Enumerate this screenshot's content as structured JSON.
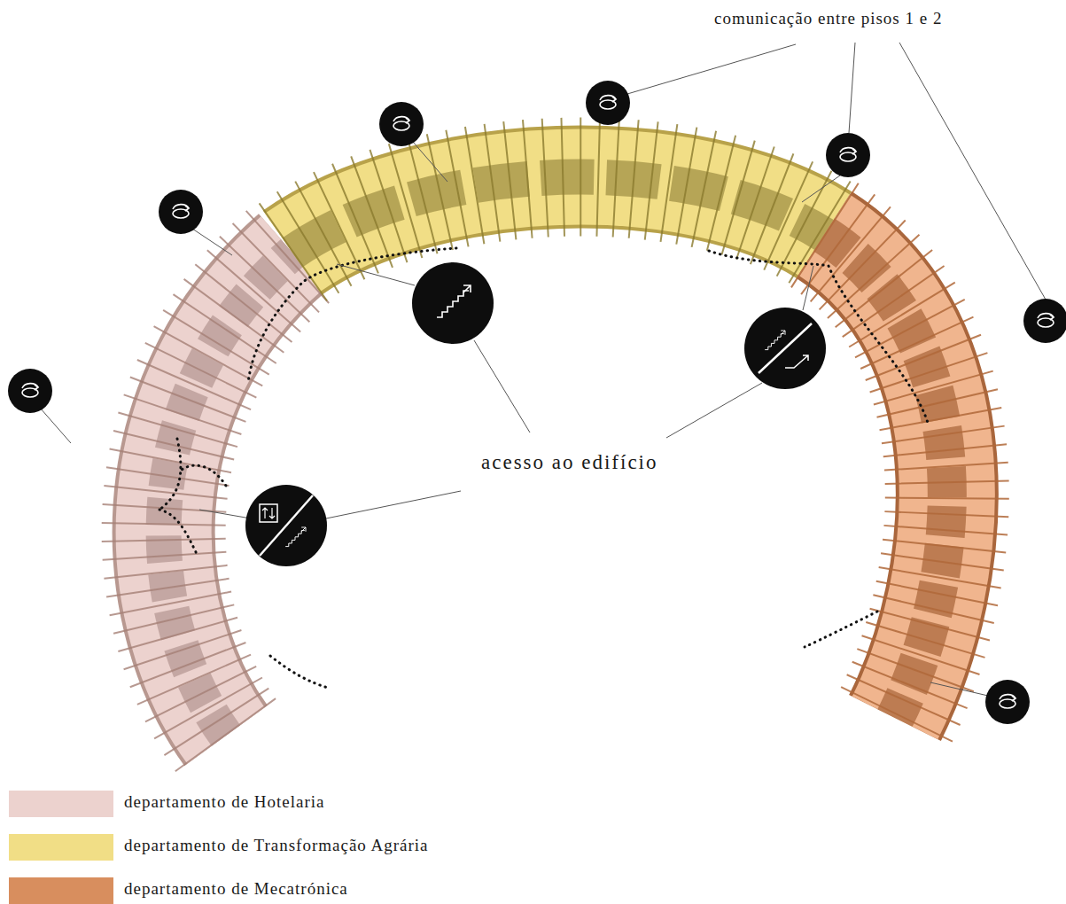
{
  "diagram": {
    "labels": [
      "comunicação entre pisos 1 e 2",
      "acesso ao edifício"
    ],
    "legend": [
      {
        "text": "departamento de Hotelaria",
        "color": "#ecd2ce"
      },
      {
        "text": "departamento de Transformação Agrária",
        "color": "#f1de86"
      },
      {
        "text": "departamento de Mecatrónica",
        "color": "#d88e5e"
      }
    ]
  }
}
